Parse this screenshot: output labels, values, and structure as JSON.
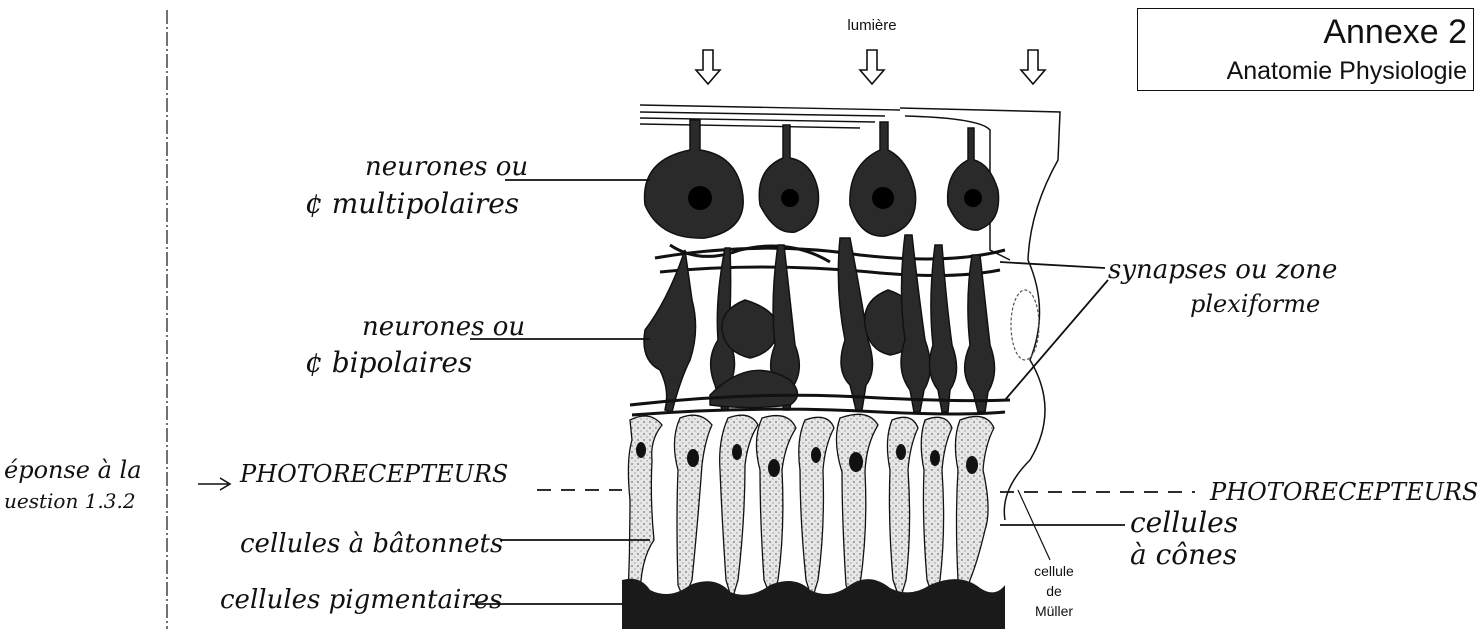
{
  "header": {
    "annex_title": "Annexe 2",
    "annex_subtitle": "Anatomie Physiologie",
    "light_label": "lumière"
  },
  "labels_left": {
    "neurons_multi_1": "neurones ou",
    "neurons_multi_2": "¢ multipolaires",
    "neurons_bi_1": "neurones ou",
    "neurons_bi_2": "¢ bipolaires",
    "photoreceptors": "PHOTORECEPTEURS",
    "rods": "cellules à bâtonnets",
    "pigment": "cellules pigmentaires"
  },
  "labels_right": {
    "synapses_1": "synapses ou zone",
    "synapses_2": "plexiforme",
    "photoreceptors": "PHOTORECEPTEURS",
    "cones_1": "cellules",
    "cones_2": "à cônes",
    "muller_1": "cellule",
    "muller_2": "de",
    "muller_3": "Müller"
  },
  "margin_note": {
    "line1": "éponse à la",
    "line2": "uestion 1.3.2"
  },
  "colors": {
    "ink": "#111111",
    "neuron_fill": "#2a2a2a",
    "cell_fill": "#d9d9d9",
    "pigment_fill": "#1a1a1a"
  }
}
